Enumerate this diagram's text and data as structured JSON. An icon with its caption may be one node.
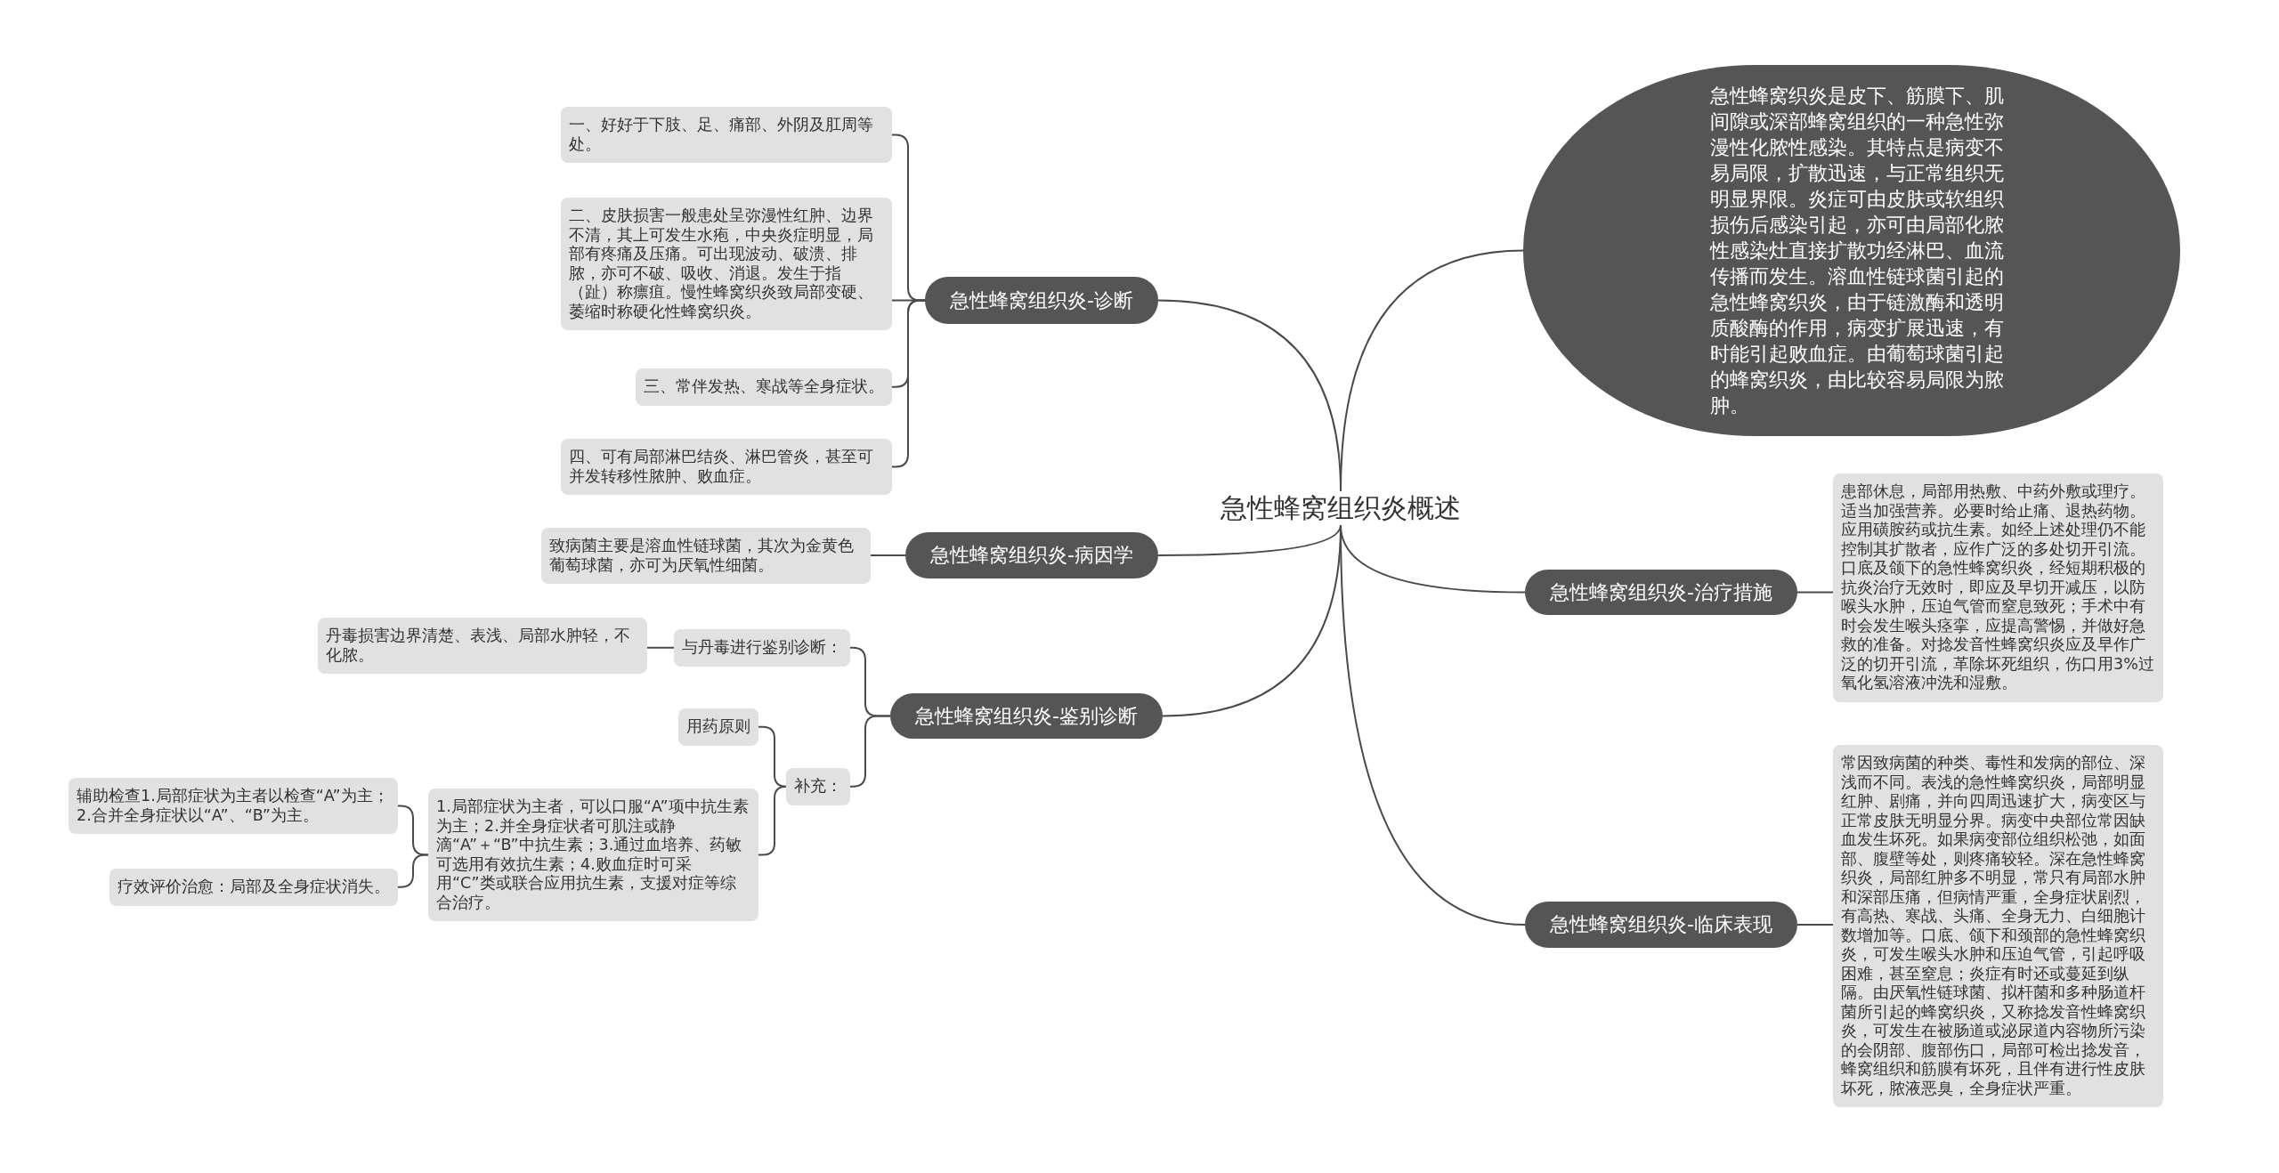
{
  "diagram": {
    "nodes": [
      {
        "text": [
          "急性蜂窝组织炎概述"
        ]
      },
      {
        "text": [
          "急性蜂窝组织炎-诊断"
        ]
      },
      {
        "text": [
          "一、好好于下肢、足、痛部、外阴及肛周等处。"
        ]
      },
      {
        "text": [
          "二、皮肤损害一般患处呈弥漫性红肿、边界不清，其上可发生水疱，中央炎症明显，局部有疼痛及压痛。可出现波动、破溃、排脓，亦可不破、吸收、消退。发生于指（趾）称瘭疽。慢性蜂窝织炎致局部变硬、萎缩时称硬化性蜂窝织炎。"
        ]
      },
      {
        "text": [
          "三、常伴发热、寒战等全身症状。"
        ]
      },
      {
        "text": [
          "四、可有局部淋巴结炎、淋巴管炎，甚至可并发转移性脓肿、败血症。"
        ]
      },
      {
        "text": [
          "急性蜂窝组织炎-病因学"
        ]
      },
      {
        "text": [
          "致病菌主要是溶血性链球菌，其次为金黄色葡萄球菌，亦可为厌氧性细菌。"
        ]
      },
      {
        "text": [
          "急性蜂窝组织炎-鉴别诊断"
        ]
      },
      {
        "text": [
          "与丹毒进行鉴别诊断："
        ]
      },
      {
        "text": [
          "丹毒损害边界清楚、表浅、局部水肿轻，不化脓。"
        ]
      },
      {
        "text": [
          "补充："
        ]
      },
      {
        "text": [
          "用药原则"
        ]
      },
      {
        "text": [
          "1.局部症状为主者，可以口服“A”项中抗生素为主；2.并全身症状者可肌注或静滴“A”＋“B”中抗生素；3.通过血培养、药敏可选用有效抗生素；4.败血症时可采用“C”类或联合应用抗生素，支援对症等综合治疗。"
        ]
      },
      {
        "text": [
          "辅助检查1.局部症状为主者以检查“A”为主；2.合并全身症状以“A”、“B”为主。"
        ]
      },
      {
        "text": [
          "疗效评价治愈：局部及全身症状消失。"
        ]
      },
      {
        "text": [
          "急性蜂窝织炎是皮下、筋膜下、肌间隙或深部蜂窝组织的一种急性弥漫性化脓性感染。其特点是病变不易局限，扩散迅速，与正常组织无明显界限。炎症可由皮肤或软组织损伤后感染引起，亦可由局部化脓性感染灶直接扩散功经淋巴、血流传播而发生。溶血性链球菌引起的急性蜂窝织炎，由于链激酶和透明质酸酶的作用，病变扩展迅速，有时能引起败血症。由葡萄球菌引起的蜂窝织炎，由比较容易局限为脓肿。"
        ]
      },
      {
        "text": [
          "急性蜂窝组织炎-治疗措施"
        ]
      },
      {
        "text": [
          "患部休息，局部用热敷、中药外敷或理疗。适当加强营养。必要时给止痛、退热药物。应用磺胺药或抗生素。如经上述处理仍不能控制其扩散者，应作广泛的多处切开引流。口底及颌下的急性蜂窝织炎，经短期积极的抗炎治疗无效时，即应及早切开减压，以防喉头水肿，压迫气管而窒息致死；手术中有时会发生喉头痉挛，应提高警惕，并做好急救的准备。对捻发音性蜂窝织炎应及早作广泛的切开引流，革除坏死组织，伤口用3%过氧化氢溶液冲洗和湿敷。"
        ]
      },
      {
        "text": [
          "急性蜂窝组织炎-临床表现"
        ]
      },
      {
        "text": [
          "常因致病菌的种类、毒性和发病的部位、深浅而不同。表浅的急性蜂窝织炎，局部明显红肿、剧痛，并向四周迅速扩大，病变区与正常皮肤无明显分界。病变中央部位常因缺血发生坏死。如果病变部位组织松弛，如面部、腹壁等处，则疼痛较轻。深在急性蜂窝织炎，局部红肿多不明显，常只有局部水肿和深部压痛，但病情严重，全身症状剧烈，有高热、寒战、头痛、全身无力、白细胞计数增加等。口底、颌下和颈部的急性蜂窝织炎，可发生喉头水肿和压迫气管，引起呼吸困难，甚至窒息；炎症有时还或蔓延到纵隔。由厌氧性链球菌、拟杆菌和多种肠道杆菌所引起的蜂窝织炎，又称捻发音性蜂窝织炎，可发生在被肠道或泌尿道内容物所污染的会阴部、腹部伤口，局部可检出捻发音，蜂窝组织和筋膜有坏死，且伴有进行性皮肤坏死，脓液恶臭，全身症状严重。"
        ]
      }
    ],
    "edges": [
      {
        "from": 0,
        "to": 1,
        "arrow": "none"
      },
      {
        "from": 0,
        "to": 6,
        "arrow": "none"
      },
      {
        "from": 0,
        "to": 8,
        "arrow": "none"
      },
      {
        "from": 0,
        "to": 16,
        "arrow": "none"
      },
      {
        "from": 0,
        "to": 17,
        "arrow": "none"
      },
      {
        "from": 0,
        "to": 19,
        "arrow": "none"
      },
      {
        "from": 1,
        "to": 2,
        "arrow": "none"
      },
      {
        "from": 1,
        "to": 3,
        "arrow": "none"
      },
      {
        "from": 1,
        "to": 4,
        "arrow": "none"
      },
      {
        "from": 1,
        "to": 5,
        "arrow": "none"
      },
      {
        "from": 6,
        "to": 7,
        "arrow": "none"
      },
      {
        "from": 8,
        "to": 9,
        "arrow": "none"
      },
      {
        "from": 8,
        "to": 11,
        "arrow": "none"
      },
      {
        "from": 9,
        "to": 10,
        "arrow": "none"
      },
      {
        "from": 11,
        "to": 12,
        "arrow": "none"
      },
      {
        "from": 11,
        "to": 13,
        "arrow": "none"
      },
      {
        "from": 13,
        "to": 14,
        "arrow": "none"
      },
      {
        "from": 13,
        "to": 15,
        "arrow": "none"
      },
      {
        "from": 17,
        "to": 18,
        "arrow": "none"
      },
      {
        "from": 19,
        "to": 20,
        "arrow": "none"
      }
    ]
  }
}
